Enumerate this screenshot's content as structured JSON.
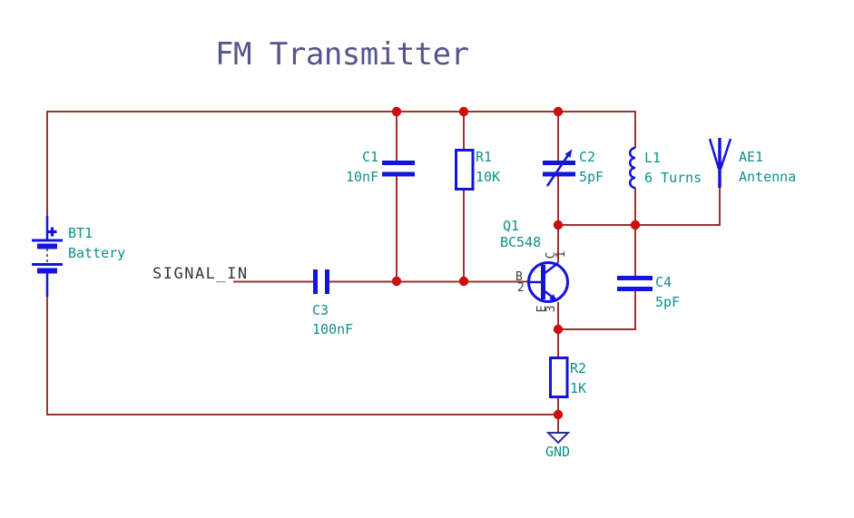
{
  "title": "FM Transmitter",
  "nets": {
    "signal_in": "SIGNAL_IN",
    "gnd": "GND"
  },
  "components": {
    "bt1": {
      "ref": "BT1",
      "value": "Battery"
    },
    "c1": {
      "ref": "C1",
      "value": "10nF"
    },
    "r1": {
      "ref": "R1",
      "value": "10K"
    },
    "c2": {
      "ref": "C2",
      "value": "5pF"
    },
    "l1": {
      "ref": "L1",
      "value": "6 Turns"
    },
    "ae1": {
      "ref": "AE1",
      "value": "Antenna"
    },
    "q1": {
      "ref": "Q1",
      "value": "BC548"
    },
    "c3": {
      "ref": "C3",
      "value": "100nF"
    },
    "c4": {
      "ref": "C4",
      "value": "5pF"
    },
    "r2": {
      "ref": "R2",
      "value": "1K"
    }
  },
  "q1_pins": {
    "collector": {
      "name": "C",
      "number": "1"
    },
    "base": {
      "name": "B",
      "number": "2"
    },
    "emitter": {
      "name": "E",
      "number": "3"
    }
  },
  "colors": {
    "wire": "#9C3232",
    "junction": "#CE0E0E",
    "symbol_blue": "#1414DB",
    "power_symbol": "#2B2B9E",
    "field_label": "#0F8F8C",
    "net_label_text": "#34343C",
    "title_text": "#55558E",
    "pin_text": "#3C3C3C",
    "background": "#FFFFFF"
  }
}
